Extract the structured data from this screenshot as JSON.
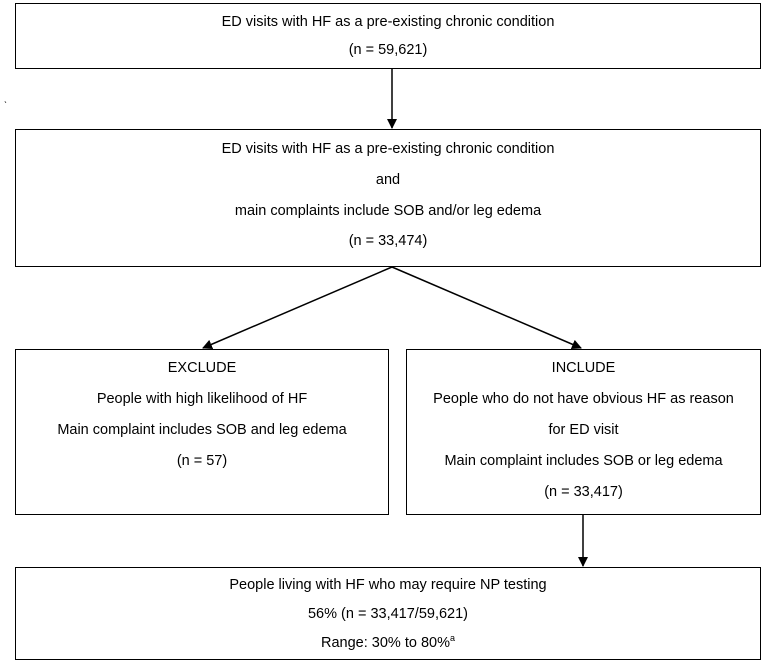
{
  "box1": {
    "line1": "ED visits with HF as a pre-existing chronic condition",
    "line2": "(n = 59,621)"
  },
  "box2": {
    "line1": "ED visits with HF as a pre-existing chronic condition",
    "line2": "and",
    "line3": "main complaints include SOB and/or leg edema",
    "line4": "(n = 33,474)"
  },
  "exclude": {
    "heading": "EXCLUDE",
    "line1": "People with high likelihood of HF",
    "line2": "Main complaint includes SOB and leg edema",
    "line3": "(n = 57)"
  },
  "include": {
    "heading": "INCLUDE",
    "line1": "People who do not have obvious HF as reason",
    "line2": "for ED visit",
    "line3": "Main complaint includes SOB or leg edema",
    "line4": "(n = 33,417)"
  },
  "result": {
    "line1": "People living with HF who may require NP testing",
    "line2": "56% (n = 33,417/59,621)",
    "line3": "Range: 30% to 80%",
    "line3_superscript": "a"
  },
  "stray_mark": "ˎ"
}
